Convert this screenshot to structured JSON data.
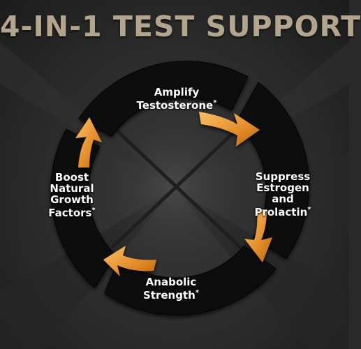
{
  "headline": "4-IN-1 TEST SUPPORT",
  "colors": {
    "headline": "#b3a48e",
    "ring": "#0d0d0d",
    "arrow_light": "#f6b24a",
    "arrow_dark": "#c8741a",
    "label": "#ffffff"
  },
  "steps": [
    {
      "line1": "Amplify",
      "line2": "Testosterone",
      "mark": "*"
    },
    {
      "line1": "Suppress",
      "line2": "Estrogen",
      "line3": "and",
      "line4": "Prolactin",
      "mark": "*"
    },
    {
      "line1": "Anabolic",
      "line2": "Strength",
      "mark": "*"
    },
    {
      "line1": "Boost",
      "line2": "Natural",
      "line3": "Growth",
      "line4": "Factors",
      "mark": "*"
    }
  ]
}
